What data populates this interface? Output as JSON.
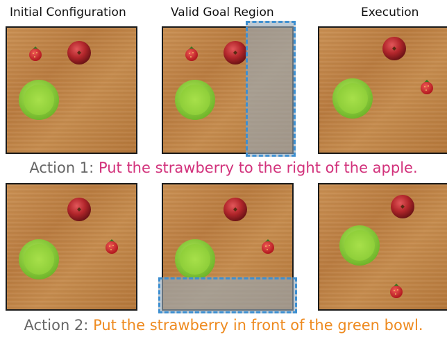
{
  "headers": {
    "initial": "Initial Configuration",
    "goal": "Valid Goal Region",
    "execution": "Execution"
  },
  "actions": [
    {
      "label": "Action 1:",
      "text": "Put the strawberry to the right of the apple.",
      "color": "#d2317b"
    },
    {
      "label": "Action 2:",
      "text": "Put the strawberry in front of the green bowl.",
      "color": "#ee8a1f"
    }
  ],
  "colors": {
    "goal_region_border": "#3d8fd1",
    "table": "#c08548",
    "bowl": "#8fd33a",
    "apple": "#b2262b",
    "strawberry": "#d8282c"
  }
}
